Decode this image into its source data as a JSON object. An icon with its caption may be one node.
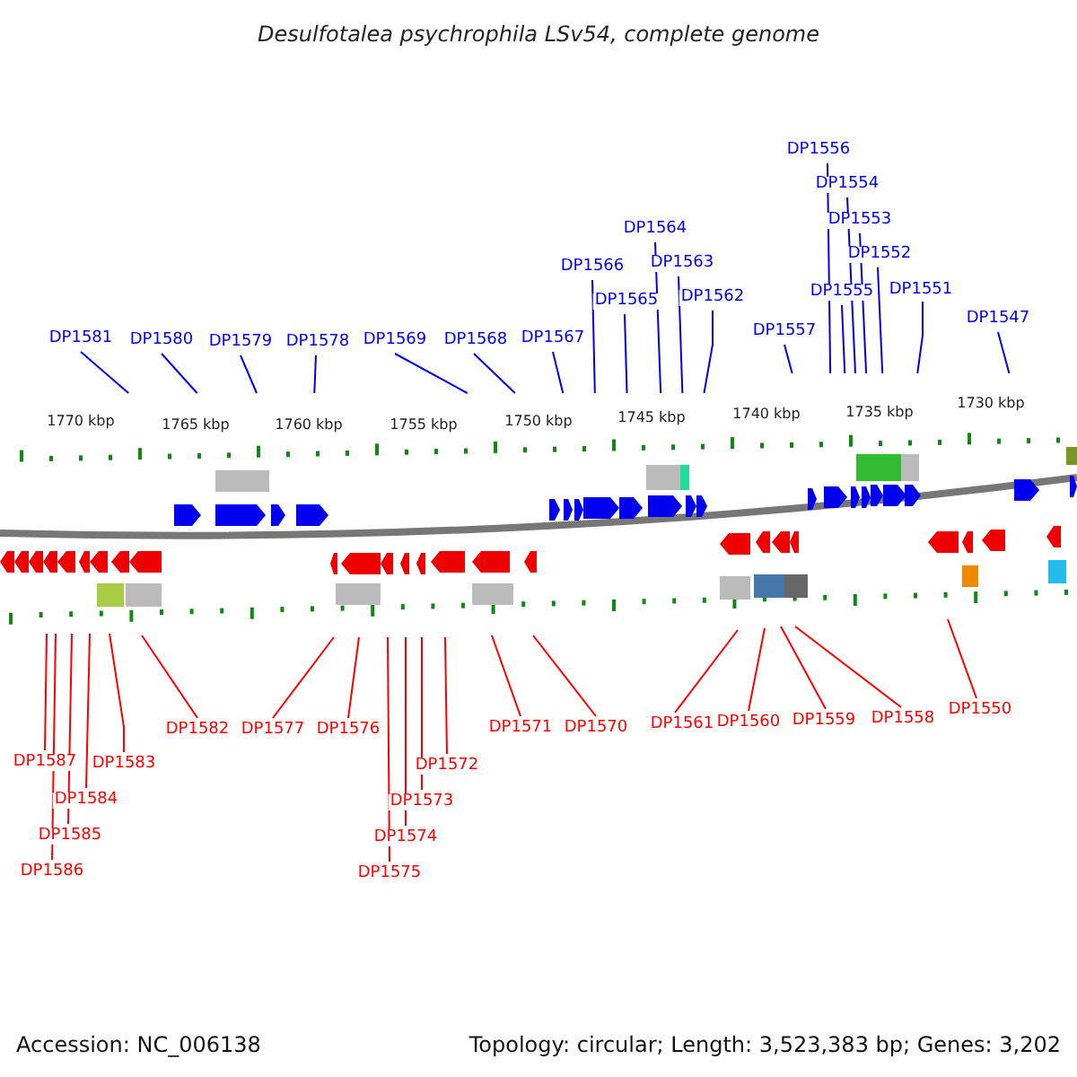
{
  "diagram": {
    "title": "Desulfotalea psychrophila LSv54, complete genome",
    "nodes": [
      {
        "text": [
          "DP1556"
        ]
      },
      {
        "text": [
          "DP1554"
        ]
      },
      {
        "text": [
          "DP1553"
        ]
      },
      {
        "text": [
          "DP1564"
        ]
      },
      {
        "text": [
          "DP1552"
        ]
      },
      {
        "text": [
          "DP1566"
        ]
      },
      {
        "text": [
          "DP1563"
        ]
      },
      {
        "text": [
          "DP1555"
        ]
      },
      {
        "text": [
          "DP1551"
        ]
      },
      {
        "text": [
          "DP1565"
        ]
      },
      {
        "text": [
          "DP1562"
        ]
      },
      {
        "text": [
          "DP1547"
        ]
      },
      {
        "text": [
          "DP1557"
        ]
      },
      {
        "text": [
          "DP1581"
        ]
      },
      {
        "text": [
          "DP1580"
        ]
      },
      {
        "text": [
          "DP1579"
        ]
      },
      {
        "text": [
          "DP1578"
        ]
      },
      {
        "text": [
          "DP1569"
        ]
      },
      {
        "text": [
          "DP1568"
        ]
      },
      {
        "text": [
          "DP1567"
        ]
      },
      {
        "text": [
          "DP1550"
        ]
      },
      {
        "text": [
          "DP1558"
        ]
      },
      {
        "text": [
          "DP1559"
        ]
      },
      {
        "text": [
          "DP1560"
        ]
      },
      {
        "text": [
          "DP1561"
        ]
      },
      {
        "text": [
          "DP1571"
        ]
      },
      {
        "text": [
          "DP1570"
        ]
      },
      {
        "text": [
          "DP1582"
        ]
      },
      {
        "text": [
          "DP1577"
        ]
      },
      {
        "text": [
          "DP1576"
        ]
      },
      {
        "text": [
          "DP1587"
        ]
      },
      {
        "text": [
          "DP1583"
        ]
      },
      {
        "text": [
          "DP1572"
        ]
      },
      {
        "text": [
          "DP1584"
        ]
      },
      {
        "text": [
          "DP1573"
        ]
      },
      {
        "text": [
          "DP1585"
        ]
      },
      {
        "text": [
          "DP1574"
        ]
      },
      {
        "text": [
          "DP1586"
        ]
      },
      {
        "text": [
          "DP1575"
        ]
      }
    ],
    "edges": [
      {
        "from": 0,
        "to": null,
        "arrow": "none"
      },
      {
        "from": 1,
        "to": null,
        "arrow": "none"
      },
      {
        "from": 2,
        "to": null,
        "arrow": "none"
      },
      {
        "from": 3,
        "to": null,
        "arrow": "none"
      },
      {
        "from": 4,
        "to": null,
        "arrow": "none"
      },
      {
        "from": 5,
        "to": null,
        "arrow": "none"
      },
      {
        "from": 6,
        "to": null,
        "arrow": "none"
      },
      {
        "from": 7,
        "to": null,
        "arrow": "none"
      },
      {
        "from": 8,
        "to": null,
        "arrow": "none"
      },
      {
        "from": 9,
        "to": null,
        "arrow": "none"
      },
      {
        "from": 10,
        "to": null,
        "arrow": "none"
      },
      {
        "from": 11,
        "to": null,
        "arrow": "none"
      },
      {
        "from": 12,
        "to": null,
        "arrow": "none"
      },
      {
        "from": 13,
        "to": null,
        "arrow": "none"
      },
      {
        "from": 14,
        "to": null,
        "arrow": "none"
      },
      {
        "from": 15,
        "to": null,
        "arrow": "none"
      },
      {
        "from": 16,
        "to": null,
        "arrow": "none"
      },
      {
        "from": 17,
        "to": null,
        "arrow": "none"
      },
      {
        "from": 18,
        "to": null,
        "arrow": "none"
      },
      {
        "from": 19,
        "to": null,
        "arrow": "none"
      },
      {
        "from": 20,
        "to": null,
        "arrow": "none",
        "color": "#ff0000"
      },
      {
        "from": 21,
        "to": null,
        "arrow": "none",
        "color": "#ff0000"
      },
      {
        "from": 22,
        "to": null,
        "arrow": "none",
        "color": "#ff0000"
      },
      {
        "from": 23,
        "to": null,
        "arrow": "none",
        "color": "#ff0000"
      },
      {
        "from": 24,
        "to": null,
        "arrow": "none",
        "color": "#ff0000"
      },
      {
        "from": 25,
        "to": null,
        "arrow": "none",
        "color": "#ff0000"
      },
      {
        "from": 26,
        "to": null,
        "arrow": "none",
        "color": "#ff0000"
      },
      {
        "from": 27,
        "to": null,
        "arrow": "none",
        "color": "#ff0000"
      },
      {
        "from": 28,
        "to": null,
        "arrow": "none",
        "color": "#ff0000"
      },
      {
        "from": 29,
        "to": null,
        "arrow": "none",
        "color": "#ff0000"
      },
      {
        "from": 30,
        "to": null,
        "arrow": "none",
        "color": "#ff0000"
      },
      {
        "from": 31,
        "to": null,
        "arrow": "none",
        "color": "#ff0000"
      },
      {
        "from": 32,
        "to": null,
        "arrow": "none",
        "color": "#ff0000"
      },
      {
        "from": 33,
        "to": null,
        "arrow": "none",
        "color": "#ff0000"
      },
      {
        "from": 34,
        "to": null,
        "arrow": "none",
        "color": "#ff0000"
      },
      {
        "from": 35,
        "to": null,
        "arrow": "none",
        "color": "#ff0000"
      },
      {
        "from": 36,
        "to": null,
        "arrow": "none",
        "color": "#ff0000"
      },
      {
        "from": 37,
        "to": null,
        "arrow": "none",
        "color": "#ff0000"
      },
      {
        "from": 38,
        "to": null,
        "arrow": "none",
        "color": "#ff0000"
      }
    ],
    "labels": [
      "1730 kbp",
      "1735 kbp",
      "1740 kbp",
      "1745 kbp",
      "1750 kbp",
      "1770 kbp",
      "1765 kbp",
      "1760 kbp",
      "1755 kbp",
      "Accession: NC_006138",
      "Topology: circular; Length: 3,523,383 bp; Genes: 3,202"
    ]
  }
}
